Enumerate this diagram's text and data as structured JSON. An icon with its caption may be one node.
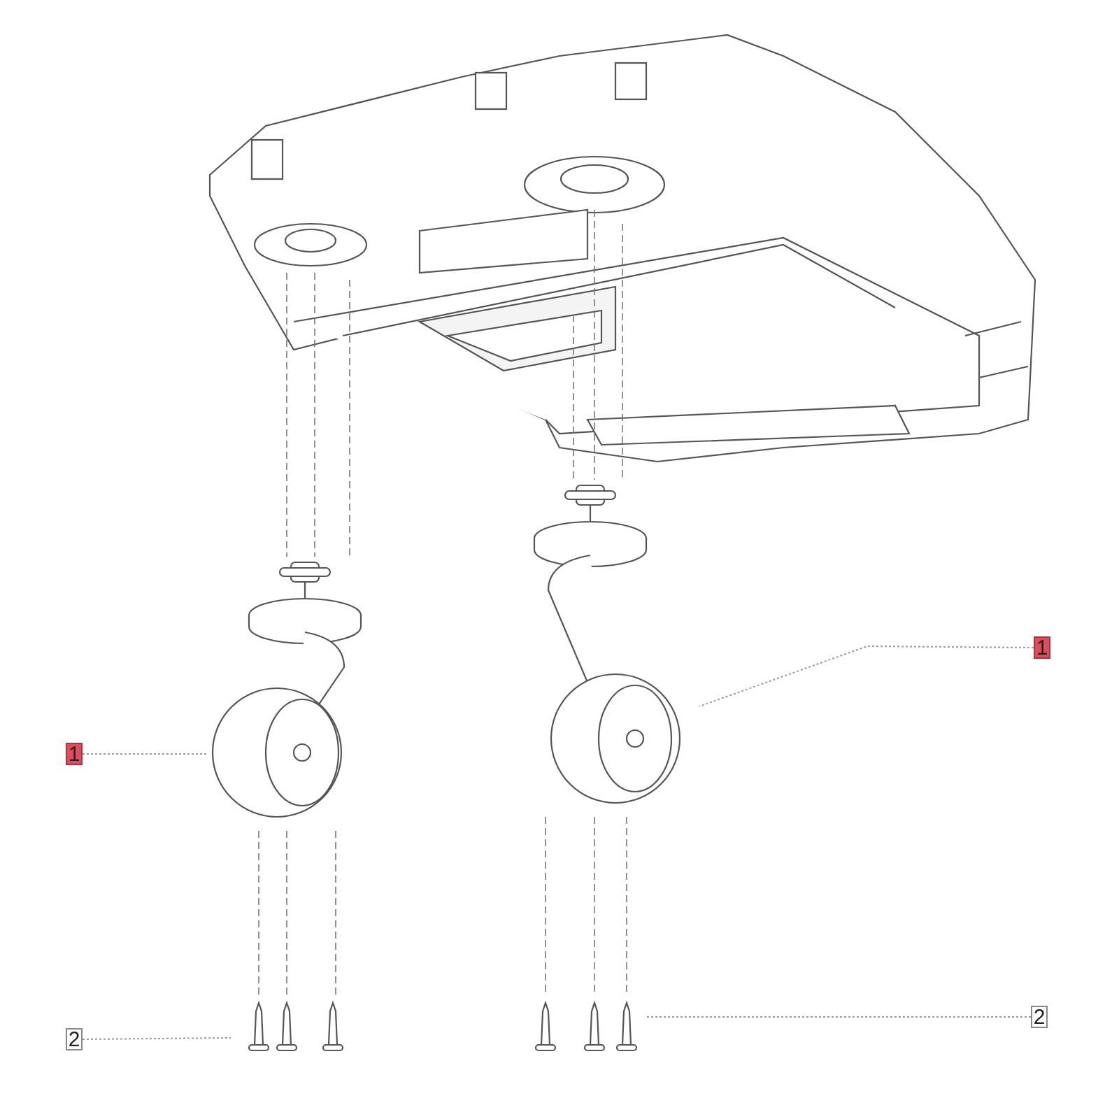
{
  "diagram": {
    "nodes": [
      {
        "text": [
          "1"
        ]
      },
      {
        "text": [],
        "shape": "picture"
      },
      {
        "text": [
          "1"
        ]
      },
      {
        "text": [],
        "shape": "picture"
      },
      {
        "text": [
          "2"
        ]
      },
      {
        "text": [],
        "shape": "picture"
      },
      {
        "text": [
          "2"
        ]
      },
      {
        "text": [],
        "shape": "picture"
      }
    ],
    "edges": [
      {
        "from": 0,
        "to": 1,
        "arrow": "none"
      },
      {
        "from": 2,
        "to": 3,
        "arrow": "none"
      },
      {
        "from": 4,
        "to": 5,
        "arrow": "none"
      },
      {
        "from": 6,
        "to": 7,
        "arrow": "none"
      }
    ]
  }
}
